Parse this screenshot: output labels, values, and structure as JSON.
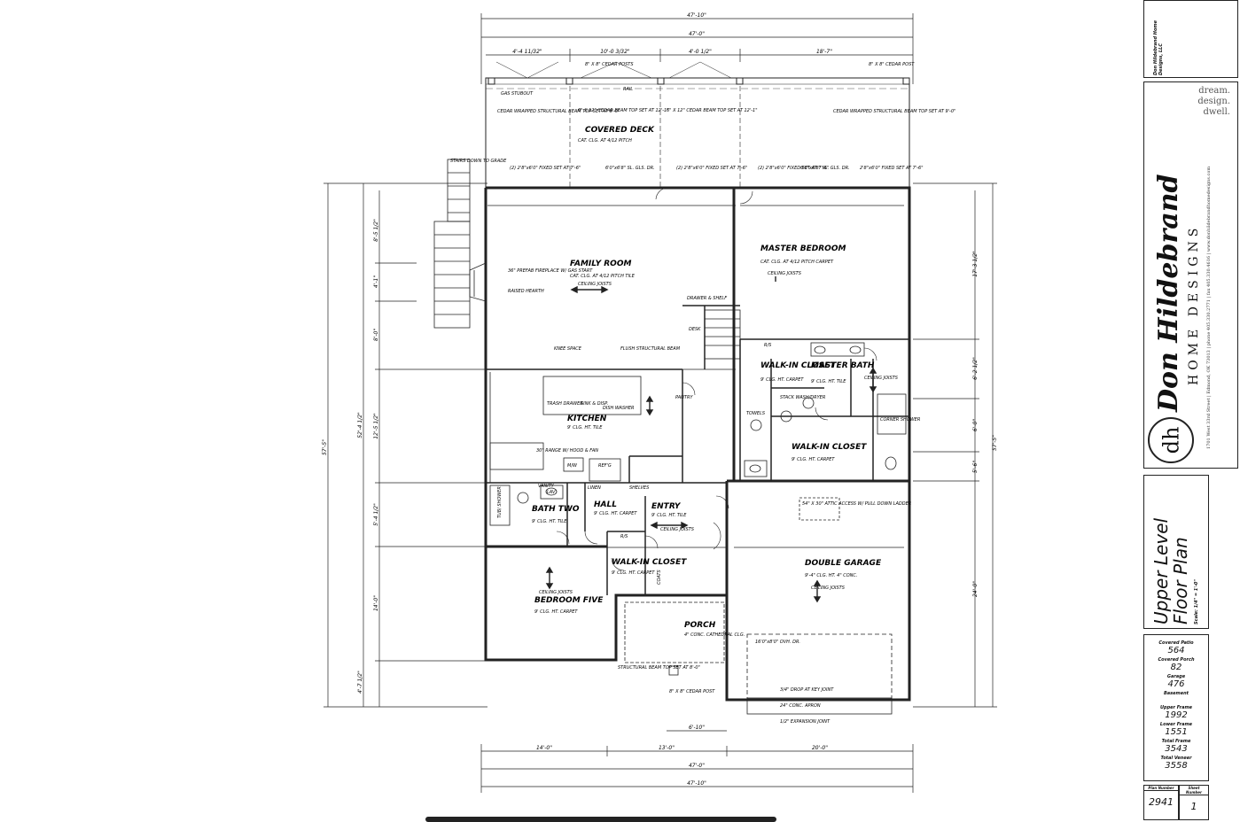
{
  "dims_top": [
    "47'-10\"",
    "47'-0\"",
    "4'-4 11/32\"",
    "10'-0 3/32\"",
    "4'-0 1/2\"",
    "18'-7\""
  ],
  "dims_bottom": [
    "14'-0\"",
    "13'-0\"",
    "20'-0\"",
    "47'-0\"",
    "47'-10\"",
    "6'-10\""
  ],
  "dims_left": [
    "57'-5\"",
    "52'-4 1/2\"",
    "8'-5 1/2\"",
    "4'-1\"",
    "8'-0\"",
    "12'-5 1/2\"",
    "5'-4 1/2\"",
    "14'-0\"",
    "4'-7 1/2\""
  ],
  "dims_right": [
    "57'-5\"",
    "17'-3 1/2\"",
    "6'-2 1/2\"",
    "6'-0\"",
    "5'-6\"",
    "24'-0\""
  ],
  "rooms": {
    "deck": {
      "name": "COVERED DECK",
      "note": "CAT. CLG. AT 4/12 PITCH"
    },
    "family": {
      "name": "FAMILY ROOM",
      "note": "CAT. CLG. AT 4/12 PITCH TILE",
      "ceiling": "CEILING JOISTS"
    },
    "master": {
      "name": "MASTER BEDROOM",
      "note": "CAT. CLG. AT 4/12 PITCH CARPET",
      "ceiling": "CEILING JOISTS"
    },
    "kitchen": {
      "name": "KITCHEN",
      "note": "9' CLG. HT. TILE"
    },
    "wic1": {
      "name": "WALK-IN CLOSET",
      "note": "9' CLG. HT. CARPET"
    },
    "mbath": {
      "name": "MASTER BATH",
      "note": "9' CLG. HT. TILE",
      "ceiling": "CEILING JOISTS"
    },
    "wic2": {
      "name": "WALK-IN CLOSET",
      "note": "9' CLG. HT. CARPET"
    },
    "bath2": {
      "name": "BATH TWO",
      "note": "9' CLG. HT. TILE"
    },
    "hall": {
      "name": "HALL",
      "note": "9' CLG. HT. CARPET"
    },
    "entry": {
      "name": "ENTRY",
      "note": "9' CLG. HT. TILE",
      "ceiling": "CEILING JOISTS"
    },
    "wic3": {
      "name": "WALK-IN CLOSET",
      "note": "9' CLG. HT. CARPET"
    },
    "bed5": {
      "name": "BEDROOM FIVE",
      "note": "9' CLG. HT. CARPET",
      "ceiling": "CEILING JOISTS"
    },
    "porch": {
      "name": "PORCH",
      "note": "4\" CONC. CATHEDRAL CLG."
    },
    "garage": {
      "name": "DOUBLE GARAGE",
      "note": "9'-4\" CLG. HT. 4\" CONC.",
      "ceiling": "CEILING JOISTS"
    }
  },
  "notes": {
    "gas_stubout": "GAS STUBOUT",
    "rail": "RAIL",
    "cedar_posts": "8\" X 8\" CEDAR POSTS",
    "cedar_post_r": "8\" X 8\" CEDAR POST",
    "beam_l": "CEDAR WRAPPED STRUCTURAL BEAM TOP SET AT 9'-0\"",
    "beam_r": "CEDAR WRAPPED STRUCTURAL BEAM TOP SET AT 9'-0\"",
    "beam_c1": "6\" X 12\" CEDAR BEAM TOP SET AT 12'-1\"",
    "beam_c2": "6\" X 12\" CEDAR BEAM TOP SET AT 12'-1\"",
    "stairs": "STAIRS DOWN TO GRADE",
    "fireplace": "36\" PREFAB FIREPLACE W/ GAS START",
    "hearth": "RAISED HEARTH",
    "fixed1": "(2) 2'8\"x6'0\" FIXED SET AT 7'-6\"",
    "sgd1": "6'0\"x6'8\" SL. GLS. DR.",
    "fixed2": "(2) 2'8\"x6'0\" FIXED SET AT 7'-6\"",
    "fixed3": "(2) 2'8\"x6'0\" FIXED SET AT 7'-6\"",
    "sgd2": "6'0\"x6'8\" SL. GLS. DR.",
    "fixed4": "2'8\"x6'0\" FIXED SET AT 7'-6\"",
    "knee": "KNEE SPACE",
    "flush_beam": "FLUSH STRUCTURAL BEAM",
    "desk": "DESK",
    "drawer": "DRAWER & SHELF",
    "pantry": "PANTRY",
    "trash": "TRASH DRAWER",
    "sink": "SINK & DISP.",
    "dish": "DISH WASHER",
    "range": "30\" RANGE W/ HOOD & FAN",
    "refg": "REF'G",
    "mw": "M/W",
    "vanity": "VANITY",
    "lav": "LAV",
    "linen": "LINEN",
    "shelves": "SHELVES",
    "stack": "STACK WASH/DRYER",
    "towels": "TOWELS",
    "corner_shower": "CORNER SHOWER",
    "tub": "TUB/ SHOWER",
    "attic": "54\" X 30\" ATTIC ACCESS W/ PULL DOWN LADDER",
    "ovh": "16'0\"x8'0\" OVH. DR.",
    "drop": "3/4\" DROP AT KEY JOINT",
    "apron": "24\" CONC. APRON",
    "expansion": "1/2\" EXPANSION JOINT",
    "porch_beam": "STRUCTURAL BEAM TOP SET AT 8'-0\"",
    "porch_post": "8\" X 8\" CEDAR POST",
    "rs": "R/S",
    "coats": "COATS"
  },
  "title_block": {
    "company_small": "Don Hildebrand Home Designs, LLC",
    "tagline": [
      "dream.",
      "design.",
      "dwell."
    ],
    "logo_script": "Don Hildebrand",
    "logo_caps": "HOME DESIGNS",
    "logo_mark": "dh",
    "address": "1701 West 33rd Street | Edmond, OK 73013 | phone 405.330.2771 | fax 405.330.4616 | www.donhildebrandhomedesigns.com",
    "sheet_title": [
      "Upper Level",
      "Floor Plan"
    ],
    "scale": "Scale: 1/4\" = 1'-0\"",
    "stats": [
      {
        "label": "Covered Patio",
        "value": "564"
      },
      {
        "label": "Covered Porch",
        "value": "82"
      },
      {
        "label": "Garage",
        "value": "476"
      },
      {
        "label": "Basement",
        "value": ""
      },
      {
        "label": "Upper Frame",
        "value": "1992"
      },
      {
        "label": "Lower Frame",
        "value": "1551"
      },
      {
        "label": "Total Frame",
        "value": "3543"
      },
      {
        "label": "Total Veneer",
        "value": "3558"
      }
    ],
    "plan_number_label": "Plan Number",
    "plan_number": "2941",
    "sheet_number_label": "Sheet Number",
    "sheet_number": "1"
  }
}
